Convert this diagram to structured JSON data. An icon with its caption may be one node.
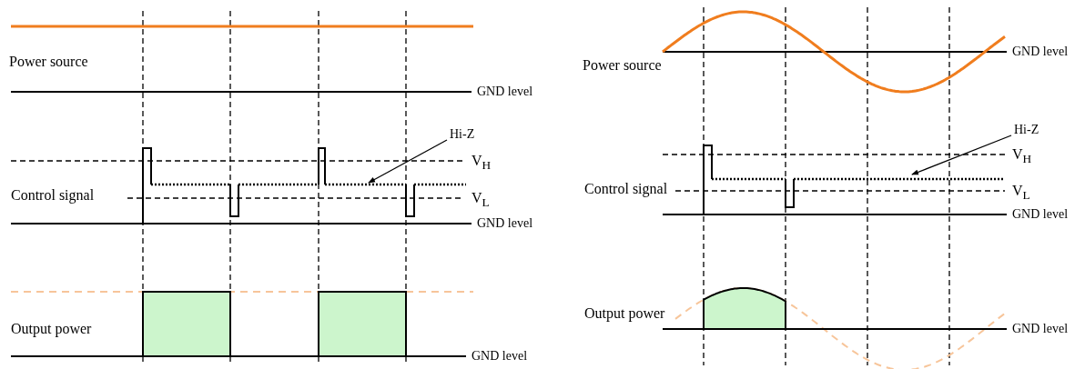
{
  "diagram": {
    "nodes": [
      {
        "text": [
          "Hi-Z"
        ]
      },
      {
        "text": [
          "Hi-Z"
        ]
      }
    ],
    "edges": [
      {
        "from": 0,
        "to": null,
        "arrow": "to"
      },
      {
        "from": 1,
        "to": null,
        "arrow": "to"
      }
    ],
    "labels": [
      "Power source",
      "GND level",
      "V$_{H}$",
      "Control signal",
      "V$_{L}$",
      "GND level",
      "Output power",
      "GND level",
      "GND level",
      "Power source",
      "V$_{H}$",
      "Control signal",
      "V$_{L}$",
      "GND level",
      "Output power",
      "GND level"
    ]
  }
}
